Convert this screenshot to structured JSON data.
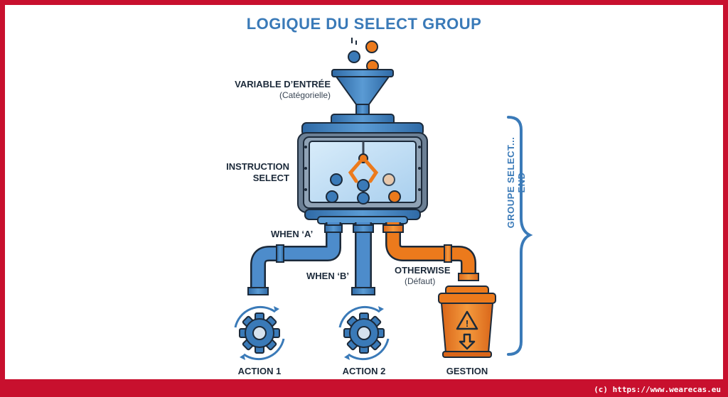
{
  "title": "LOGIQUE DU SELECT GROUP",
  "input": {
    "label": "VARIABLE D’ENTRÉE",
    "sub": "(Catégorielle)"
  },
  "instruction": {
    "line1": "INSTRUCTION",
    "line2": "SELECT"
  },
  "branches": {
    "when_a": "WHEN ‘A’",
    "when_b": "WHEN ‘B’",
    "otherwise": "OTHERWISE",
    "otherwise_sub": "(Défaut)"
  },
  "outputs": {
    "action1": "ACTION 1",
    "action2": "ACTION 2",
    "gestion": "GESTION"
  },
  "brace_label": "GROUPE SELECT... END",
  "footer": "(c) https://www.wearecas.eu",
  "colors": {
    "blue": "#3a7ab8",
    "orange": "#ec7a1c",
    "frame": "#c8102e",
    "dark": "#1c2a3a"
  }
}
